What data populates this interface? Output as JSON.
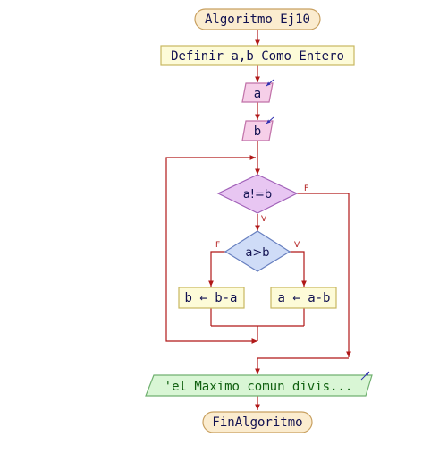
{
  "flowchart": {
    "start_label": "Algoritmo Ej10",
    "define_label": "Definir a,b Como Entero",
    "read_a_label": "a",
    "read_b_label": "b",
    "while_condition": "a!=b",
    "while_true_label": "V",
    "while_false_label": "F",
    "if_condition": "a>b",
    "if_true_label": "V",
    "if_false_label": "F",
    "assign_false_label": "b ← b-a",
    "assign_true_label": "a ← a-b",
    "output_label": "'el Maximo comun divis...",
    "end_label": "FinAlgoritmo"
  },
  "colors": {
    "line": "#b01818",
    "terminal_fill": "#fbeccf",
    "terminal_stroke": "#c8a060",
    "process_fill": "#fdfbd8",
    "process_stroke": "#c8b860",
    "io_fill": "#f6cfe8",
    "io_stroke": "#c070a8",
    "while_fill": "#e8c6f2",
    "while_stroke": "#a060b8",
    "if_fill": "#cfdcf7",
    "if_stroke": "#6880c0",
    "output_fill": "#d9f6d5",
    "output_stroke": "#70b070",
    "text_dark": "#101050",
    "text_green": "#106010",
    "io_arrow": "#3030b0"
  }
}
